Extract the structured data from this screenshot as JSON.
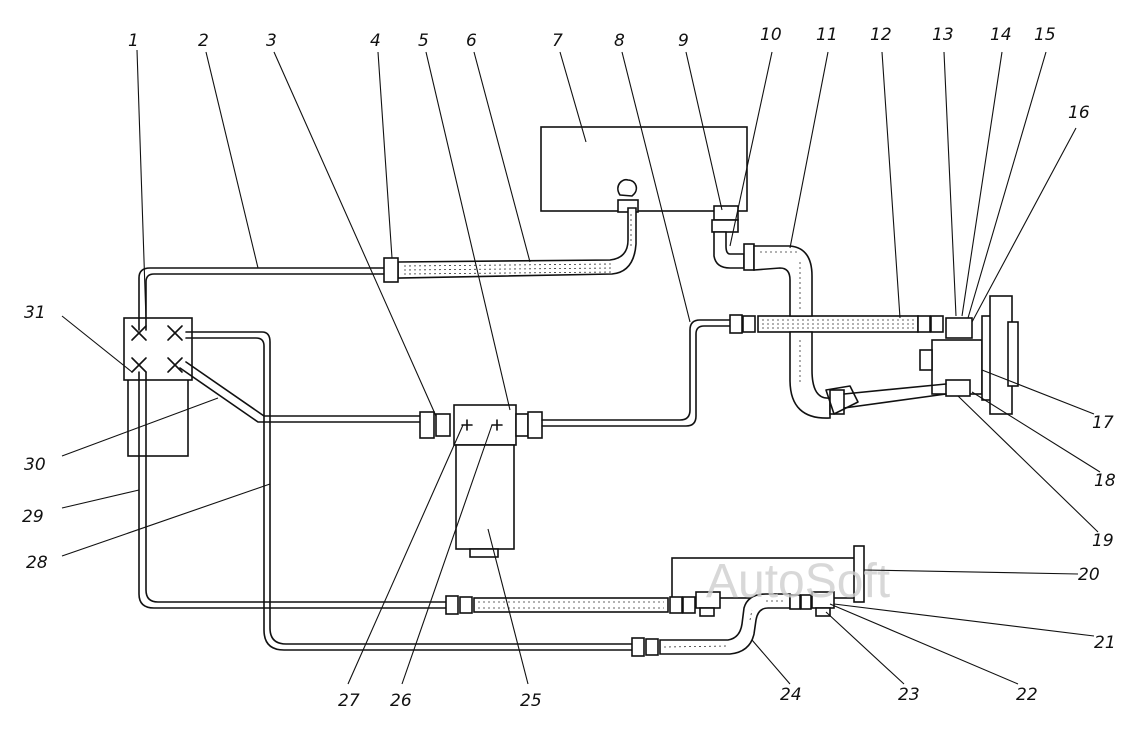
{
  "watermark": "AutoSoft",
  "callouts": {
    "c1": "1",
    "c2": "2",
    "c3": "3",
    "c4": "4",
    "c5": "5",
    "c6": "6",
    "c7": "7",
    "c8": "8",
    "c9": "9",
    "c10": "10",
    "c11": "11",
    "c12": "12",
    "c13": "13",
    "c14": "14",
    "c15": "15",
    "c16": "16",
    "c17": "17",
    "c18": "18",
    "c19": "19",
    "c20": "20",
    "c21": "21",
    "c22": "22",
    "c23": "23",
    "c24": "24",
    "c25": "25",
    "c26": "26",
    "c27": "27",
    "c28": "28",
    "c29": "29",
    "c30": "30",
    "c31": "31"
  }
}
